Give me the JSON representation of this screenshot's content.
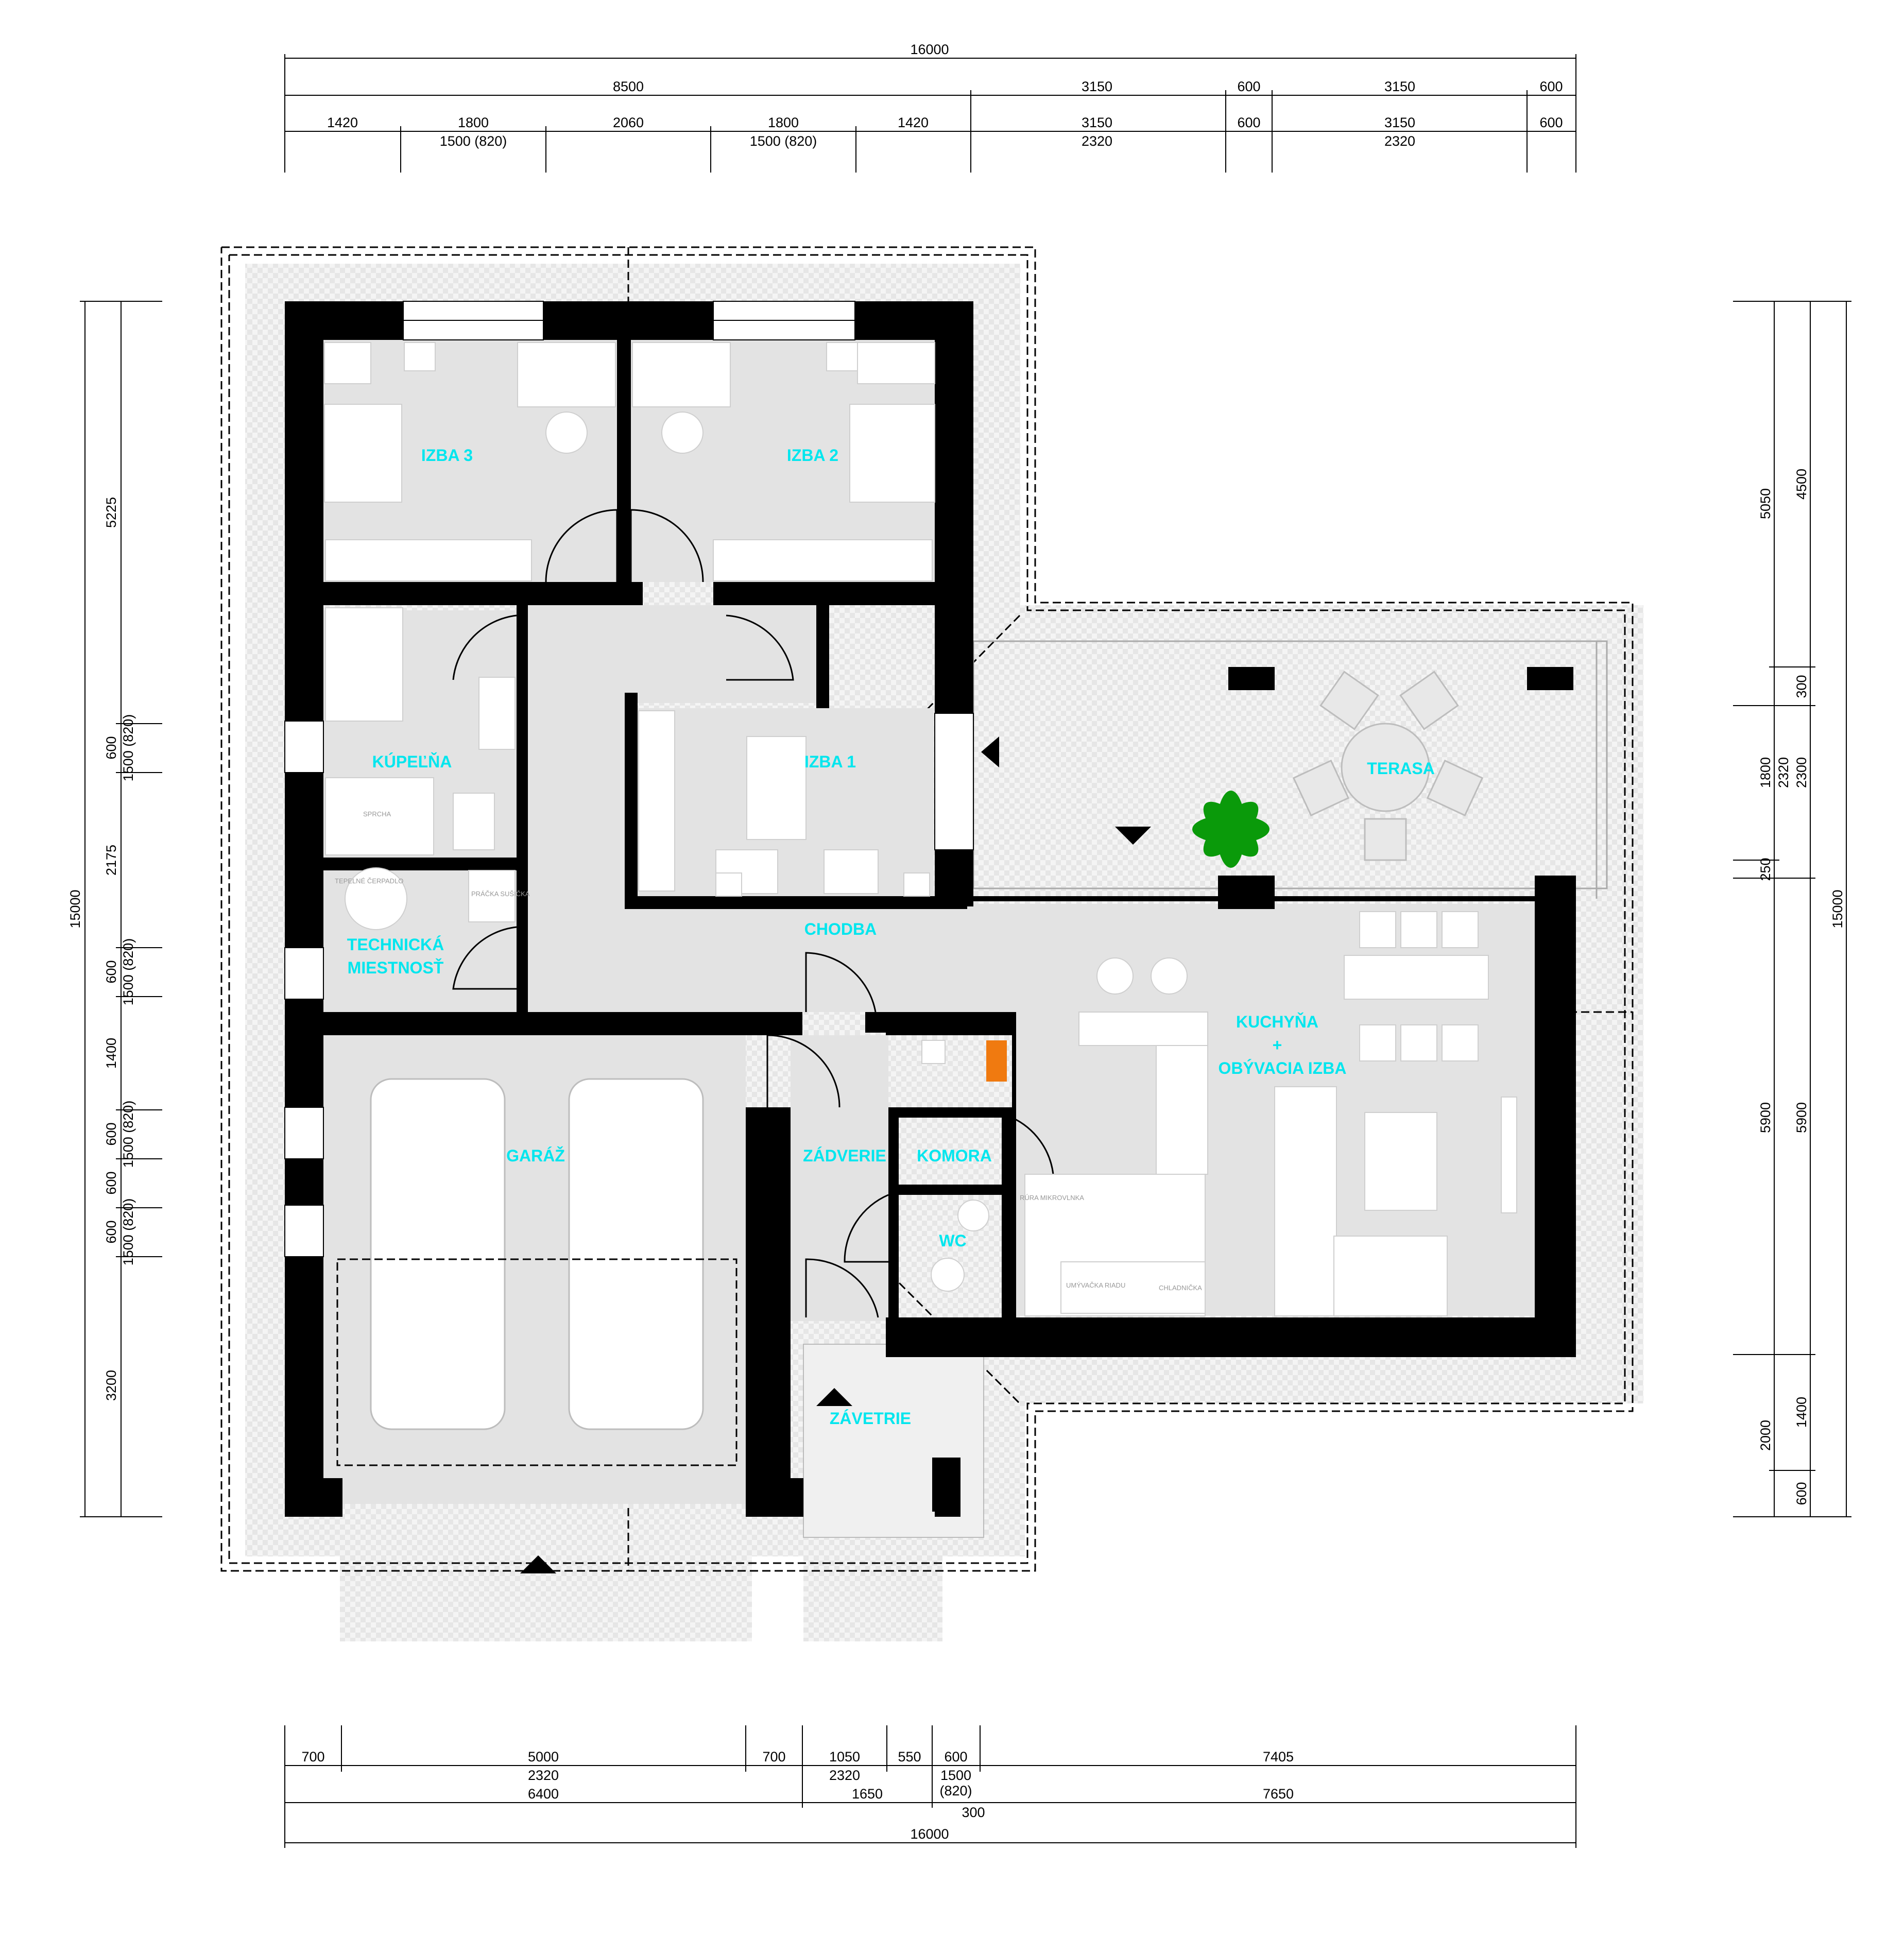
{
  "colors": {
    "wall": "#000000",
    "floor": "#e3e3e3",
    "paving": "#f0f0f0",
    "label": "#00e6ee",
    "plant": "#0a9a0a",
    "fireplace": "#f07a10"
  },
  "icons": [
    "plant-icon",
    "entrance-arrow-icon",
    "fireplace-icon"
  ],
  "rooms": {
    "izba3": "IZBA 3",
    "izba2": "IZBA 2",
    "izba1": "IZBA 1",
    "kupelna": "KÚPEĽŇA",
    "technicka1": "TECHNICKÁ",
    "technicka2": "MIESTNOSŤ",
    "chodba": "CHODBA",
    "terasa": "TERASA",
    "kuchyna1": "KUCHYŇA",
    "kuchyna2": "+",
    "kuchyna3": "OBÝVACIA IZBA",
    "garaz": "GARÁŽ",
    "zadverie": "ZÁDVERIE",
    "komora": "KOMORA",
    "wc": "WC",
    "zavetrie": "ZÁVETRIE"
  },
  "fixtures": {
    "sprcha": "SPRCHA",
    "cerpadlo": "TEPELNÉ ČERPADLO",
    "pracka": "PRÁČKA SUŠIČKA",
    "rura": "RÚRA MIKROVLNKA",
    "umyvacka": "UMÝVAČKA RIADU",
    "chladnicka": "CHLADNIČKA"
  },
  "dims_top": {
    "total": "16000",
    "r2": [
      "8500",
      "3150",
      "600",
      "3150",
      "600"
    ],
    "r3": [
      "1420",
      "1800",
      "2060",
      "1800",
      "1420",
      "3150",
      "600",
      "3150",
      "600"
    ],
    "r3b": [
      "1500 (820)",
      "1500 (820)",
      "2320",
      "2320"
    ]
  },
  "dims_bottom": {
    "r1": [
      "700",
      "5000",
      "700",
      "1050",
      "550",
      "600",
      "7405"
    ],
    "r1b": [
      "2320",
      "2320",
      "1500",
      "(820)"
    ],
    "r2": [
      "6400",
      "1650",
      "300",
      "7650"
    ],
    "total": "16000"
  },
  "dims_left": {
    "total": "15000",
    "segments": [
      "5225",
      "600",
      "2175",
      "600",
      "1400",
      "600",
      "600",
      "600",
      "3200"
    ],
    "windows": [
      "1500\n(820)",
      "1500\n(820)",
      "1500\n(820)",
      "1500\n(820)"
    ]
  },
  "dims_right": {
    "total": "15000",
    "outer": [
      "4500",
      "300",
      "2300",
      "5900",
      "1400",
      "600"
    ],
    "inner": [
      "5050",
      "1800",
      "2320",
      "250",
      "5900",
      "2000"
    ]
  }
}
